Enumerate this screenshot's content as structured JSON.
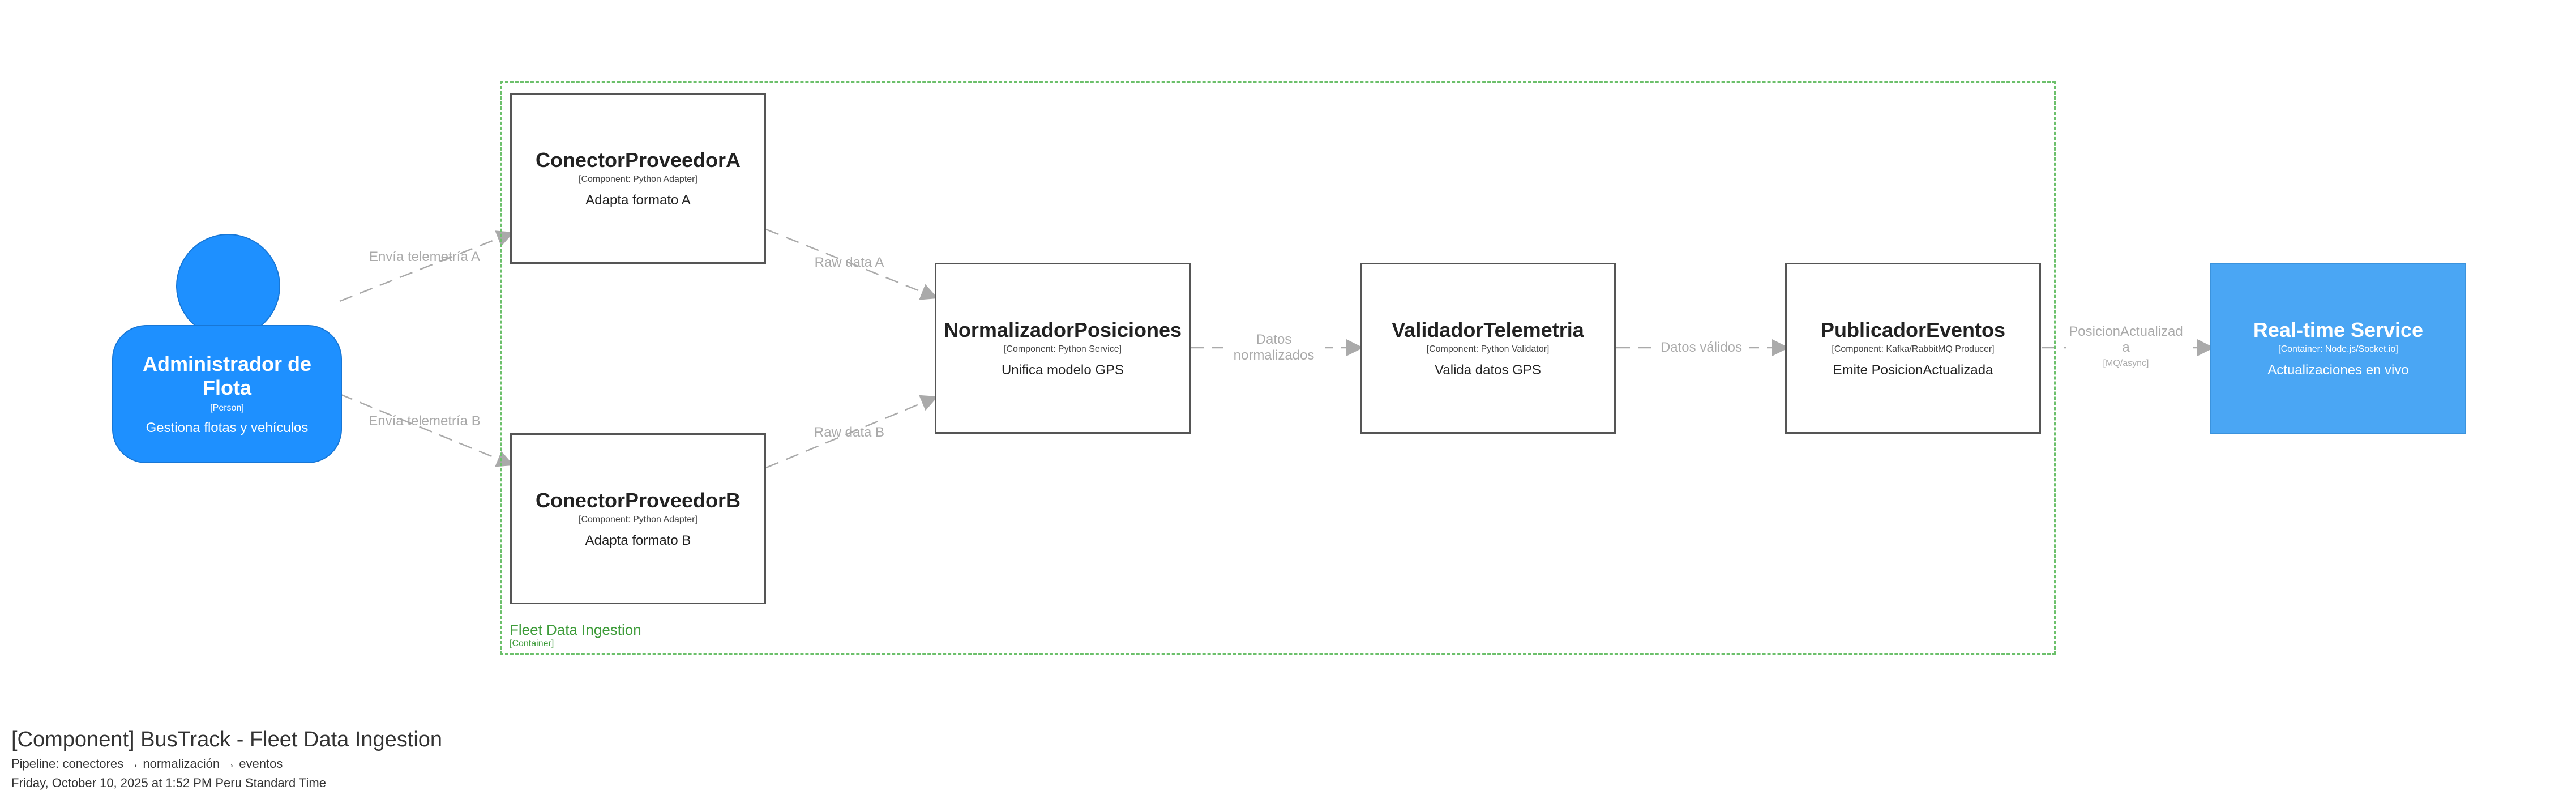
{
  "boundary": {
    "label": "Fleet Data Ingestion",
    "tech": "[Container]"
  },
  "person": {
    "title": "Administrador de Flota",
    "tech": "[Person]",
    "desc": "Gestiona flotas y vehículos"
  },
  "components": {
    "conectorA": {
      "title": "ConectorProveedorA",
      "tech": "[Component: Python Adapter]",
      "desc": "Adapta formato A"
    },
    "conectorB": {
      "title": "ConectorProveedorB",
      "tech": "[Component: Python Adapter]",
      "desc": "Adapta formato B"
    },
    "normalizador": {
      "title": "NormalizadorPosiciones",
      "tech": "[Component: Python Service]",
      "desc": "Unifica modelo GPS"
    },
    "validador": {
      "title": "ValidadorTelemetria",
      "tech": "[Component: Python Validator]",
      "desc": "Valida datos GPS"
    },
    "publicador": {
      "title": "PublicadorEventos",
      "tech": "[Component: Kafka/RabbitMQ Producer]",
      "desc": "Emite PosicionActualizada"
    }
  },
  "external": {
    "title": "Real-time Service",
    "tech": "[Container: Node.js/Socket.io]",
    "desc": "Actualizaciones en vivo"
  },
  "relations": {
    "person_a": "Envía telemetría A",
    "person_b": "Envía telemetría B",
    "a_norm": "Raw data A",
    "b_norm": "Raw data B",
    "norm_val": "Datos normalizados",
    "val_pub": "Datos válidos",
    "pub_rt": "PosicionActualizada",
    "pub_rt_tech": "[MQ/async]"
  },
  "legend": {
    "title": "[Component] BusTrack - Fleet Data Ingestion",
    "desc": "Pipeline: conectores → normalización → eventos",
    "date": "Friday, October 10, 2025 at 1:52 PM Peru Standard Time"
  },
  "colors": {
    "person": "#1e90ff",
    "external": "#4aa6f4",
    "boundary": "#6cc06b",
    "arrow": "#aaaaaa"
  }
}
